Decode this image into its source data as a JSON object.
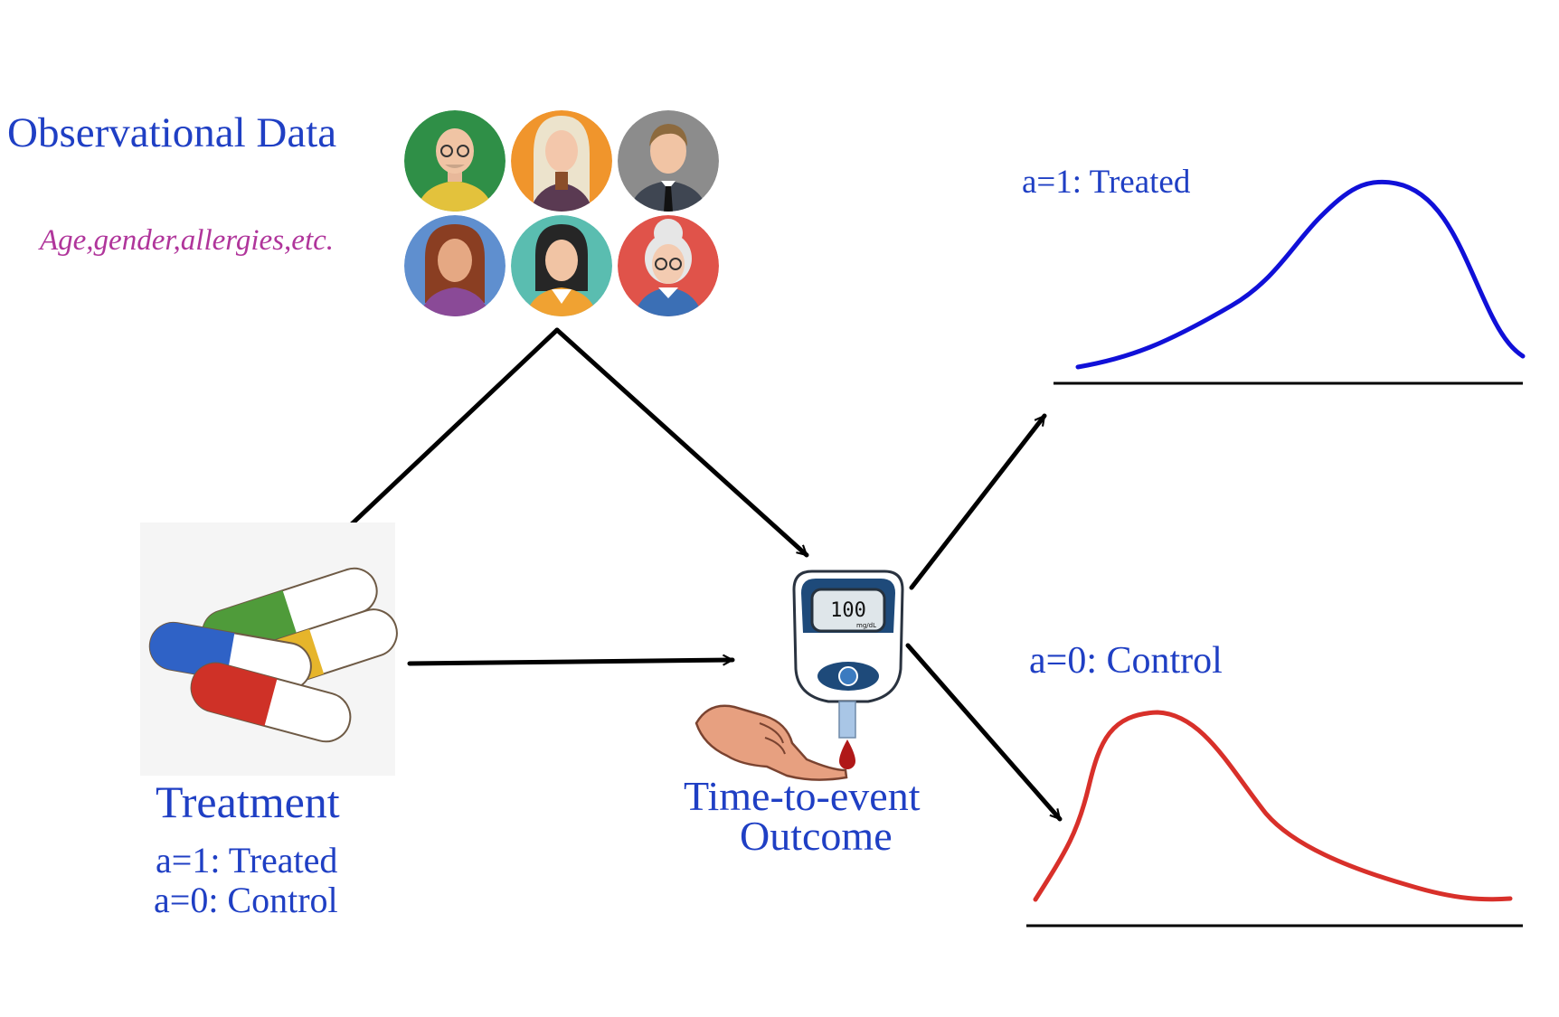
{
  "observational_data": {
    "title": "Observational Data",
    "covariates": "Age,gender,allergies,etc.",
    "patients": [
      {
        "icon": "man-glasses-avatar-icon",
        "bg": "#2f8f47"
      },
      {
        "icon": "long-hair-woman-avatar-icon",
        "bg": "#f0952c"
      },
      {
        "icon": "man-tie-avatar-icon",
        "bg": "#8c8c8c"
      },
      {
        "icon": "brown-hair-woman-avatar-icon",
        "bg": "#5f8fcf"
      },
      {
        "icon": "dark-hair-woman-avatar-icon",
        "bg": "#5abdb0"
      },
      {
        "icon": "grandmother-avatar-icon",
        "bg": "#e0534a"
      }
    ]
  },
  "treatment": {
    "title": "Treatment",
    "line1": "a=1: Treated",
    "line2": "a=0: Control",
    "icon": "pills-icon"
  },
  "outcome": {
    "line1": "Time-to-event",
    "line2": "Outcome",
    "icon": "glucose-meter-icon",
    "meter_reading": "100",
    "meter_unit": "mg/dL"
  },
  "curves": {
    "treated_label": "a=1: Treated",
    "control_label": "a=0: Control",
    "treated_color": "#1010d8",
    "control_color": "#d8302a"
  },
  "colors": {
    "title_blue": "#1f3fc4",
    "covariate_magenta": "#b0359b",
    "arrow": "#000000"
  }
}
